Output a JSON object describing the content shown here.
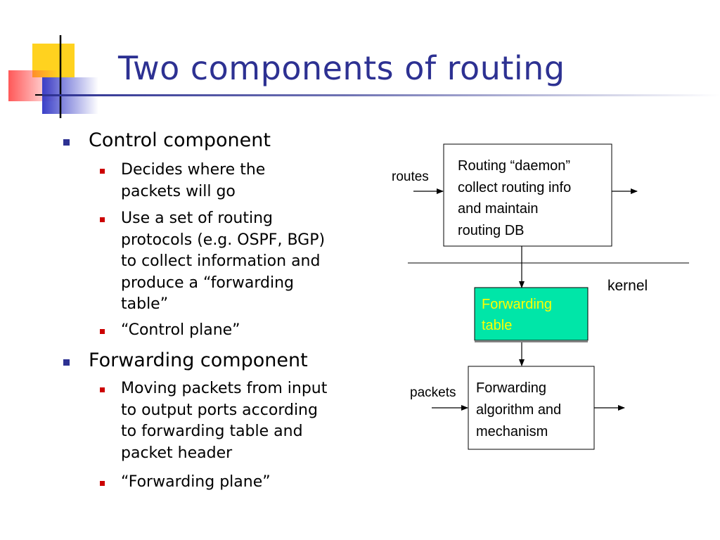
{
  "slide": {
    "title": "Two components of routing",
    "bullets": [
      {
        "text": "Control component",
        "sub": [
          {
            "lines": [
              "Decides where the",
              "packets will go"
            ]
          },
          {
            "lines": [
              "Use a set of routing",
              "protocols (e.g. OSPF, BGP)",
              "to collect information and",
              "produce a “forwarding",
              "table”"
            ]
          },
          {
            "lines": [
              "“Control plane”"
            ]
          }
        ]
      },
      {
        "text": "Forwarding component",
        "sub": [
          {
            "lines": [
              "Moving packets from input",
              "to output ports according",
              "to forwarding table and",
              "packet header"
            ]
          },
          {
            "lines": [
              "“Forwarding plane”"
            ]
          }
        ]
      }
    ]
  },
  "diagram": {
    "routing_daemon_lines": [
      "Routing “daemon”",
      "collect routing info",
      "and maintain",
      "routing DB"
    ],
    "routes_label": "routes",
    "kernel_label": "kernel",
    "forwarding_table_lines": [
      "Forwarding",
      "table"
    ],
    "forwarding_algorithm_lines": [
      "Forwarding",
      "algorithm and",
      "mechanism"
    ],
    "packets_label": "packets",
    "colors": {
      "forwarding_table_fill": "#00e6a8",
      "forwarding_table_text": "#ffff00",
      "title": "#2d3192",
      "bullet_l1": "#2d3192",
      "bullet_l2": "#cc0000"
    }
  }
}
